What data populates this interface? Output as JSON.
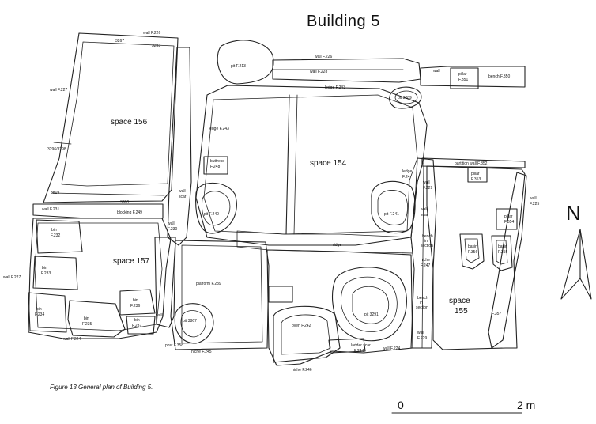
{
  "title": "Building 5",
  "caption": "Figure 13  General plan of Building 5.",
  "north": "N",
  "scale_bar": {
    "start": "0",
    "end": "2 m"
  },
  "spaces": {
    "s156": "space 156",
    "s154": "space 154",
    "s157": "space 157",
    "s155a": "space",
    "s155b": "155"
  },
  "labels": {
    "wall226a": "wall F.226",
    "n3267": "3267",
    "n3283": "3283",
    "wall227a": "wall F.227",
    "n3296": "3296/3298",
    "n3819": "3819",
    "n3880": "3880",
    "wall231": "wall F.231",
    "blocking249": "blocking F.249",
    "wallscar1a": "wall",
    "wallscar1b": "scar",
    "wall230a": "wall",
    "wall230b": "F.230",
    "pit213": "pit F.213",
    "wall226b": "wall F.226",
    "wall228": "wall F.228",
    "ledge243a": "ledge F.243",
    "pit3289": "pit 3289",
    "wall_e": "wall",
    "pillar351a": "pillar",
    "pillar351b": "F.351",
    "bench350": "bench F.350",
    "ledge243b": "ledge F.243",
    "buttress248a": "buttress",
    "buttress248b": "F.248",
    "pit240": "pit F.240",
    "partition352": "partition wall F.352",
    "pillar353a": "pillar",
    "pillar353b": "F.353",
    "ledge24a": "ledge",
    "ledge24b": "F.24",
    "wall229a": "wall",
    "wall229b": "F.229",
    "pit241": "pit F.241",
    "wallscar2a": "wall",
    "wallscar2b": "scar",
    "wall225a": "wall",
    "wall225b": "F.225",
    "pillar354a": "pillar",
    "pillar354b": "F.354",
    "ridge": "ridge",
    "bis1a": "bench",
    "bis1b": "in",
    "bis1c": "section",
    "basin356a": "basin",
    "basin356b": "F.356",
    "basin355a": "basin",
    "basin355b": "F.355",
    "niche247a": "niche",
    "niche247b": "F.247",
    "bis2a": "bench",
    "bis2b": "in",
    "bis2c": "section",
    "f357": "F.357",
    "wall229c": "wall",
    "wall229d": "F.229",
    "bin232a": "bin",
    "bin232b": "F.232",
    "bin233a": "bin",
    "bin233b": "F.233",
    "wall227b": "wall F.227",
    "bin234a": "bin",
    "bin234b": "F.234",
    "bin235a": "bin",
    "bin235b": "F.235",
    "bin236a": "bin",
    "bin236b": "F.236",
    "bin237a": "bin",
    "bin237b": "F.237",
    "wall224a": "wall F.224",
    "wall_w": "wall",
    "platform239": "platform F.239",
    "pit3867": "pit 3867",
    "post358": "post F.358",
    "niche245": "niche F.245",
    "oven242": "oven F.242",
    "pit3291": "pit 3291",
    "ladder244a": "ladder scar",
    "ladder244b": "F.244",
    "wall224b": "wall F.224",
    "niche246": "niche F.246"
  }
}
